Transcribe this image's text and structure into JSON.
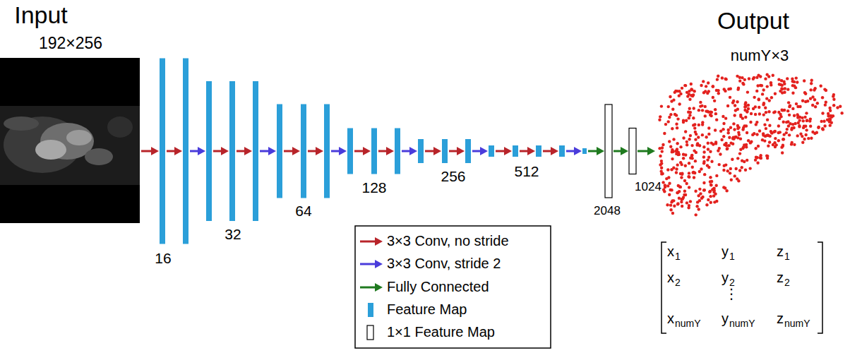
{
  "diagram": {
    "labels": [
      "Input",
      "192×256",
      "16",
      "32",
      "64",
      "128",
      "256",
      "512",
      "2048",
      "1024",
      "Output",
      "numY×3",
      "x",
      "1",
      "y",
      "1",
      "z",
      "1",
      "x",
      "2",
      "y",
      "2",
      "z",
      "2",
      "⋮",
      "x",
      "numY",
      "y",
      "numY",
      "z",
      "numY"
    ],
    "legend": [
      {
        "text": "3×3 Conv, no stride"
      },
      {
        "text": "3×3 Conv, stride 2"
      },
      {
        "text": "Fully Connected"
      },
      {
        "text": "Feature Map",
        "color": "#2b9fd9"
      },
      {
        "text": "1×1 Feature Map"
      }
    ]
  }
}
